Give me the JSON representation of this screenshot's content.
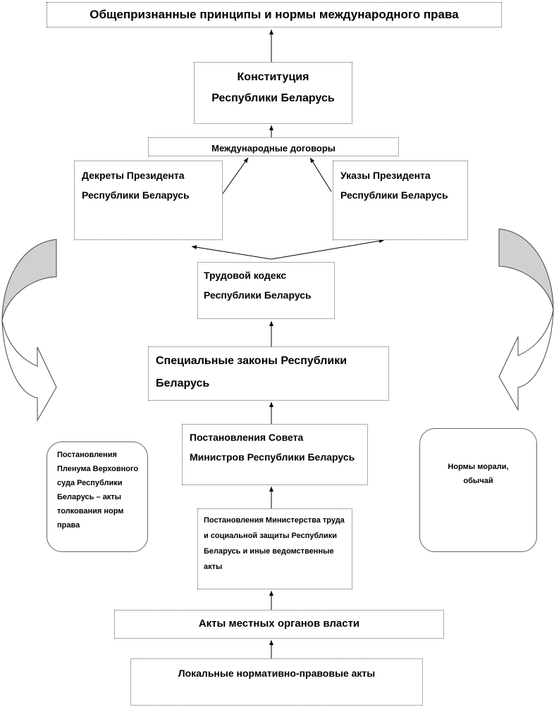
{
  "nodes": {
    "general_principles": "Общепризнанные  принципы  и нормы международного права",
    "constitution": "Конституция  Республики Беларусь",
    "international_treaties": "Международные договоры",
    "decrees": "Декреты Президента Республики Беларусь",
    "edicts": "Указы Президента Республики Беларусь",
    "labor_code": "Трудовой кодекс Республики Беларусь",
    "special_laws": "Специальные  законы Республики Беларусь",
    "council_of_ministers": "Постановления Совета Министров Республики Беларусь",
    "ministry_acts": "Постановления Министерства труда и социальной защиты Республики Беларусь и иные ведомственные акты",
    "local_authorities": "Акты местных органов власти",
    "local_normative": "Локальные нормативно-правовые акты",
    "supreme_court": "Постановления Пленума Верховного суда Республики Беларусь – акты толкования норм права",
    "morals": "Нормы морали, обычай"
  }
}
